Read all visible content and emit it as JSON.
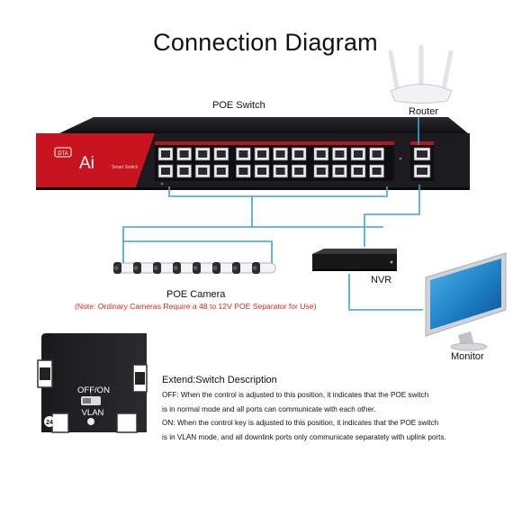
{
  "title": "Connection Diagram",
  "labels": {
    "poe_switch": "POE Switch",
    "router": "Router",
    "nvr": "NVR",
    "monitor": "Monitor",
    "poe_camera": "POE Camera",
    "camera_note": "(Note: Ordinary Cameras Require a 48 to 12V POE Separator for Use)"
  },
  "switch_panel": {
    "logo_text": "Ai",
    "port_24": "24",
    "toggle_label": "OFF/ON",
    "vlan_label": "VLAN"
  },
  "description": {
    "title": "Extend:Switch Description",
    "lines": [
      "OFF: When the control is adjusted to this position, it indicates that the POE switch",
      "is in normal mode and all ports can communicate with each other.",
      "ON: When the control key is adjusted to this position, it indicates that the POE switch",
      "is in VLAN mode, and all downlink ports only communicate separately with uplink ports."
    ]
  },
  "colors": {
    "switch_red": "#c8141e",
    "switch_body": "#1c1c20",
    "cable": "#3fa3cf",
    "note": "#d9261c"
  }
}
